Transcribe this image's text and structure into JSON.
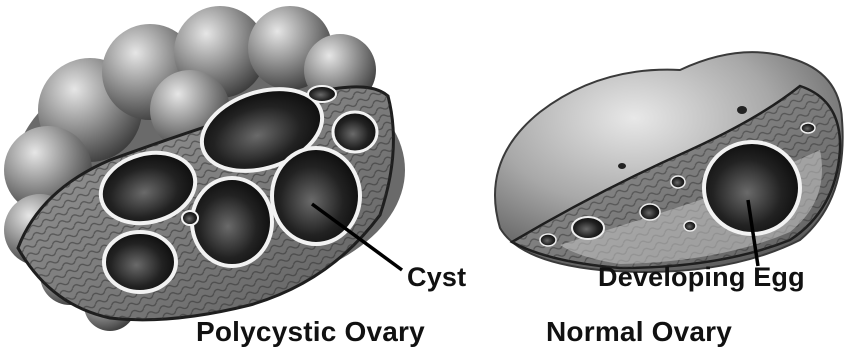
{
  "labels": {
    "cyst": "Cyst",
    "developing_egg": "Developing Egg",
    "polycystic_ovary": "Polycystic Ovary",
    "normal_ovary": "Normal Ovary"
  },
  "colors": {
    "background": "#ffffff",
    "text": "#111111",
    "tissue_mid": "#8a8a8a",
    "tissue_dark": "#2a2a2a"
  }
}
